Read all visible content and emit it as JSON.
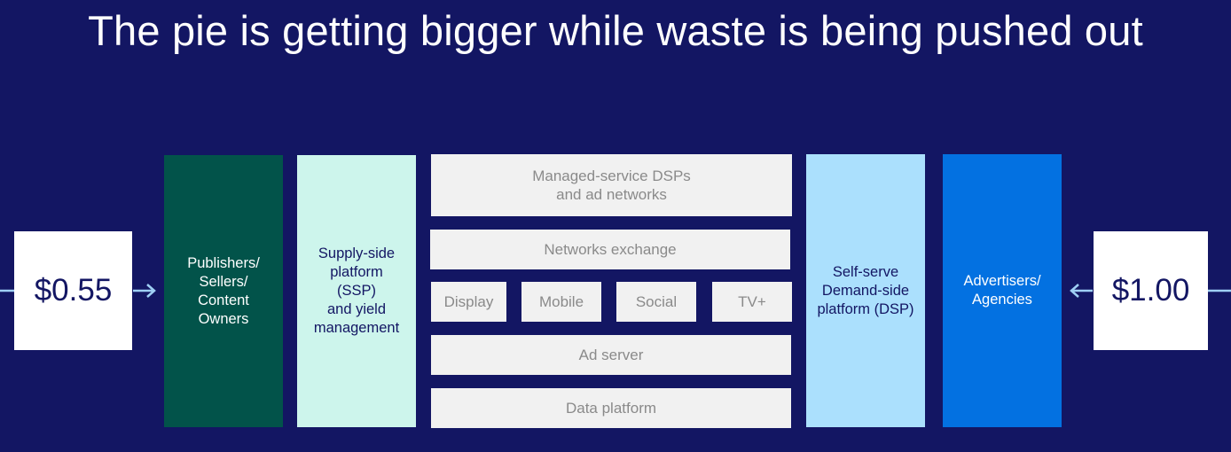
{
  "title": "The pie is getting bigger while waste is being pushed out",
  "left_price": "$0.55",
  "right_price": "$1.00",
  "columns": {
    "publishers": "Publishers/\nSellers/\nContent\nOwners",
    "ssp": "Supply-side\nplatform\n(SSP)\nand yield\nmanagement",
    "dsp": "Self-serve\nDemand-side\nplatform (DSP)",
    "advertisers": "Advertisers/\nAgencies"
  },
  "middle": {
    "managed": "Managed-service DSPs\nand ad networks",
    "networks_exchange": "Networks exchange",
    "channels": [
      "Display",
      "Mobile",
      "Social",
      "TV+"
    ],
    "ad_server": "Ad server",
    "data_platform": "Data platform"
  },
  "colors": {
    "background": "#131663",
    "publishers": "#02534a",
    "ssp": "#cdf5ec",
    "dsp": "#abe0fd",
    "advertisers": "#0371e1",
    "gray_box": "#f1f1f1",
    "arrow": "#9fd0f5"
  }
}
